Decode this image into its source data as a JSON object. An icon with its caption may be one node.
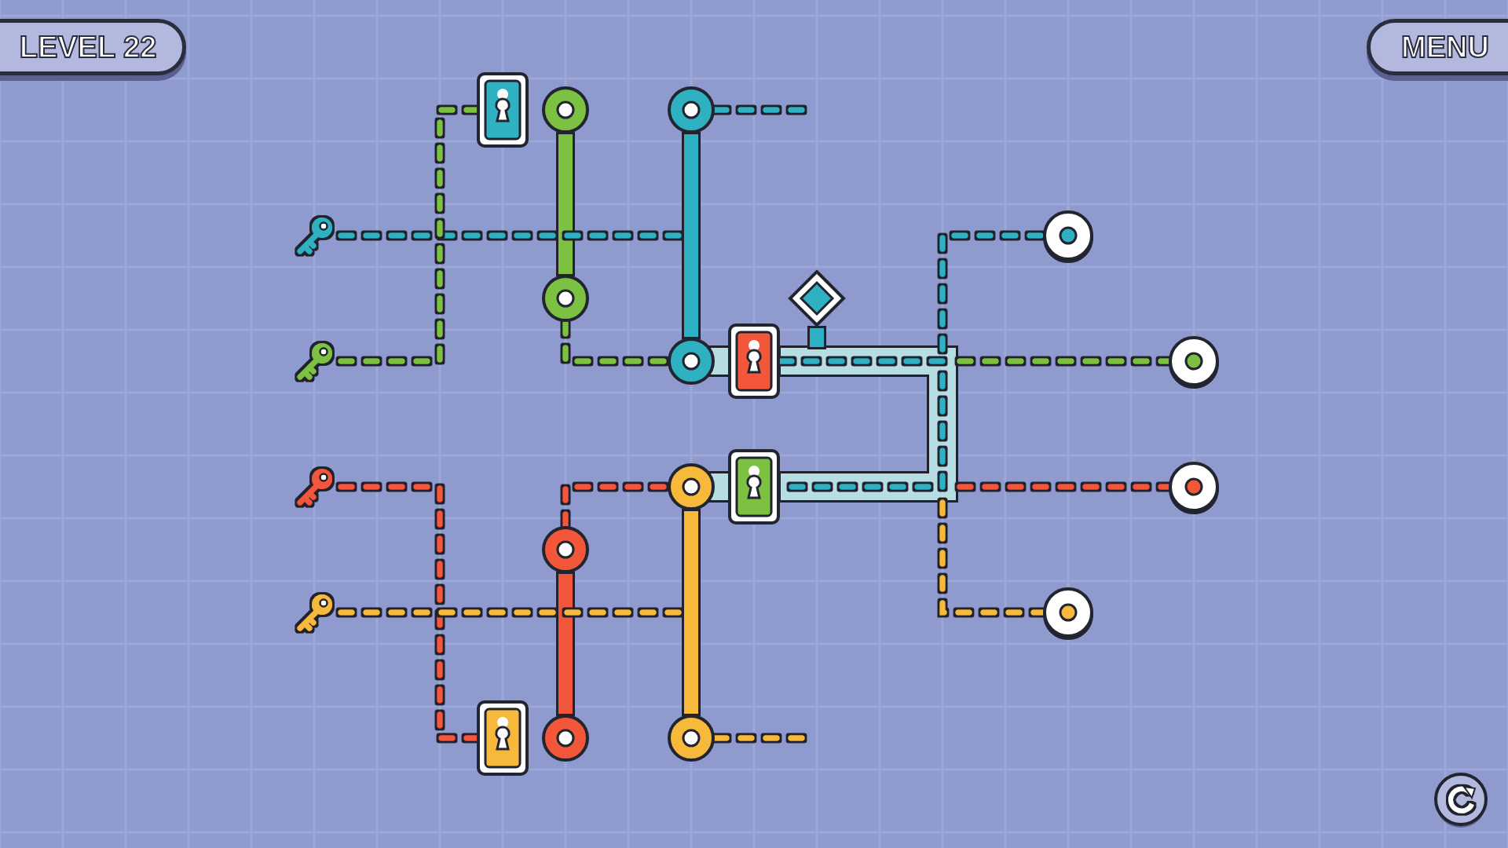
{
  "diagram": {
    "nodes": [
      {
        "text": [
          "LEVEL 22"
        ]
      },
      {
        "text": [
          "MENU"
        ]
      },
      {
        "text": [],
        "shape": "box"
      },
      {
        "text": [],
        "shape": "circle"
      },
      {
        "text": [],
        "shape": "circle"
      },
      {
        "text": [],
        "shape": "picture"
      },
      {
        "text": [],
        "shape": "circle"
      },
      {
        "text": [],
        "shape": "circle"
      },
      {
        "text": [],
        "shape": "diamond"
      },
      {
        "text": [],
        "shape": "picture"
      },
      {
        "text": [],
        "shape": "circle"
      },
      {
        "text": [],
        "shape": "box"
      },
      {
        "text": [],
        "shape": "circle"
      },
      {
        "text": [],
        "shape": "picture"
      },
      {
        "text": [],
        "shape": "circle"
      },
      {
        "text": [],
        "shape": "box"
      },
      {
        "text": [],
        "shape": "circle"
      },
      {
        "text": [],
        "shape": "circle"
      },
      {
        "text": [],
        "shape": "picture"
      },
      {
        "text": [],
        "shape": "circle"
      },
      {
        "text": [],
        "shape": "box"
      },
      {
        "text": [],
        "shape": "circle"
      },
      {
        "text": [],
        "shape": "circle"
      },
      {
        "text": [],
        "shape": "circle"
      }
    ],
    "edges": [
      {
        "from": 5,
        "to": null,
        "arrow": "none",
        "style": "dashed",
        "color": "#2fb1c2"
      },
      {
        "from": 9,
        "to": 2,
        "arrow": "none",
        "style": "dashed",
        "color": "#7cc142"
      },
      {
        "from": 7,
        "to": 10,
        "arrow": "none",
        "style": "dashed",
        "color": "#7cc142"
      },
      {
        "from": 4,
        "to": null,
        "arrow": "none",
        "style": "dashed",
        "color": "#2fb1c2"
      },
      {
        "from": 3,
        "to": 7,
        "arrow": "none",
        "style": "thick",
        "color": "#7cc142"
      },
      {
        "from": 4,
        "to": 10,
        "arrow": "none",
        "style": "thick",
        "color": "#2fb1c2"
      },
      {
        "from": 11,
        "to": 15,
        "arrow": "none",
        "style": "thick",
        "color": "#b6dde2"
      },
      {
        "from": 8,
        "to": null,
        "arrow": "none",
        "style": "thick",
        "color": "#2fb1c2"
      },
      {
        "from": null,
        "to": 6,
        "arrow": "none",
        "style": "dashed",
        "color": "#2fb1c2"
      },
      {
        "from": null,
        "to": 12,
        "arrow": "none",
        "style": "dashed",
        "color": "#7cc142"
      },
      {
        "from": null,
        "to": 16,
        "arrow": "none",
        "style": "dashed",
        "color": "#f2573a"
      },
      {
        "from": null,
        "to": 19,
        "arrow": "none",
        "style": "dashed",
        "color": "#f6b93b"
      },
      {
        "from": 13,
        "to": 20,
        "arrow": "none",
        "style": "dashed",
        "color": "#f2573a"
      },
      {
        "from": 18,
        "to": null,
        "arrow": "none",
        "style": "dashed",
        "color": "#f6b93b"
      },
      {
        "from": 17,
        "to": 14,
        "arrow": "none",
        "style": "dashed",
        "color": "#f2573a"
      },
      {
        "from": 14,
        "to": 22,
        "arrow": "none",
        "style": "thick",
        "color": "#f6b93b"
      },
      {
        "from": 17,
        "to": 21,
        "arrow": "none",
        "style": "thick",
        "color": "#f2573a"
      },
      {
        "from": 22,
        "to": null,
        "arrow": "none",
        "style": "dashed",
        "color": "#f6b93b"
      },
      {
        "from": 11,
        "to": 15,
        "arrow": "none",
        "style": "dashed",
        "color": "#2fb1c2"
      }
    ]
  }
}
